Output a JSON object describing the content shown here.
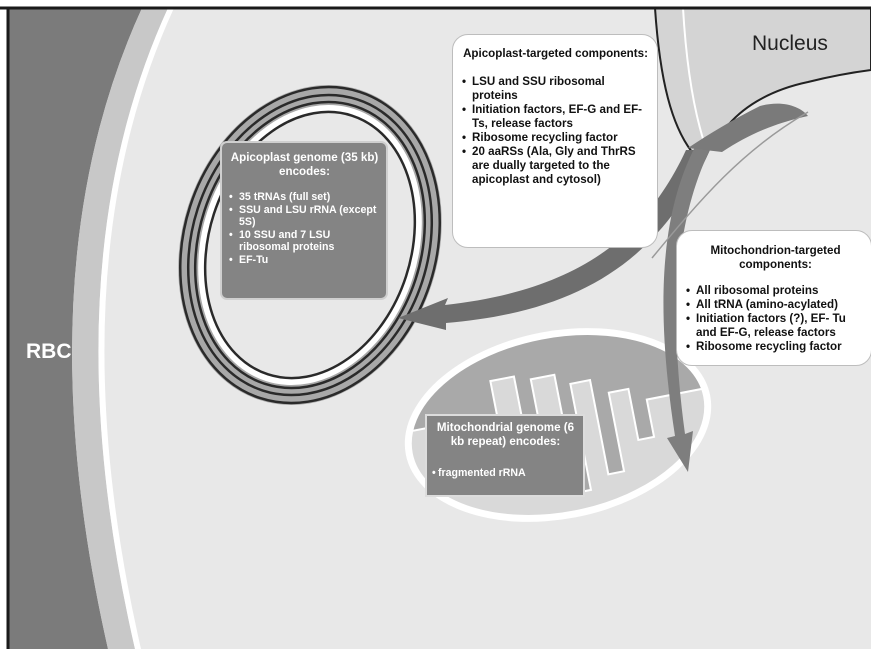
{
  "labels": {
    "nucleus": "Nucleus",
    "rbc": "RBC"
  },
  "apicoplast_targeted": {
    "title": "Apicoplast-targeted components:",
    "items": [
      "LSU and SSU ribosomal proteins",
      "Initiation factors, EF-G and EF-Ts, release factors",
      "Ribosome recycling factor",
      "20 aaRSs (Ala, Gly and ThrRS are dually targeted to the apicoplast and cytosol)"
    ]
  },
  "mitochondrion_targeted": {
    "title": "Mitochondrion-targeted components:",
    "items": [
      "All ribosomal  proteins",
      "All tRNA (amino-acylated)",
      "Initiation factors (?), EF- Tu and EF-G, release factors",
      "Ribosome recycling factor"
    ]
  },
  "apicoplast_genome": {
    "title": "Apicoplast genome (35 kb) encodes:",
    "items": [
      "35 tRNAs (full set)",
      "SSU and LSU rRNA (except 5S)",
      "10 SSU and 7 LSU ribosomal proteins",
      "EF-Tu"
    ]
  },
  "mitochondrial_genome": {
    "title": "Mitochondrial genome (6 kb repeat) encodes:",
    "items": [
      "fragmented rRNA"
    ]
  },
  "colors": {
    "cytoplasm": "#e8e8e8",
    "rbc_membrane": "#7b7b7b",
    "nucleus": "#d4d4d4",
    "genome_box": "#848484",
    "arrow": "#6e6e6e"
  }
}
